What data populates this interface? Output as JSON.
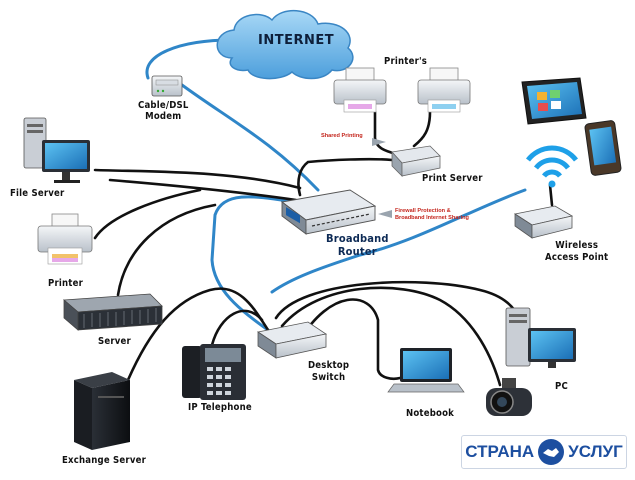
{
  "diagram": {
    "nodes": {
      "internet": "INTERNET",
      "modem": [
        "Cable/DSL",
        "Modem"
      ],
      "printers": "Printer's",
      "print_server": "Print Server",
      "file_server": "File Server",
      "router": [
        "Broadband",
        "Router"
      ],
      "wap": [
        "Wireless",
        "Access Point"
      ],
      "printer": "Printer",
      "server": "Server",
      "ip_phone": "IP Telephone",
      "switch": [
        "Desktop",
        "Switch"
      ],
      "notebook": "Notebook",
      "pc": "PC",
      "exchange_server": "Exchange Server"
    },
    "notes": {
      "shared_printing": "Shared Printing",
      "firewall": [
        "Firewall Protection &",
        "Broadband Internet Sharing"
      ]
    }
  },
  "watermark": {
    "left": "СТРАНА",
    "right": "УСЛУГ"
  },
  "colors": {
    "blue_cable": "#2f86c8",
    "black_cable": "#111111",
    "cloud": "#6fb6e8",
    "note_red": "#c4261d"
  }
}
